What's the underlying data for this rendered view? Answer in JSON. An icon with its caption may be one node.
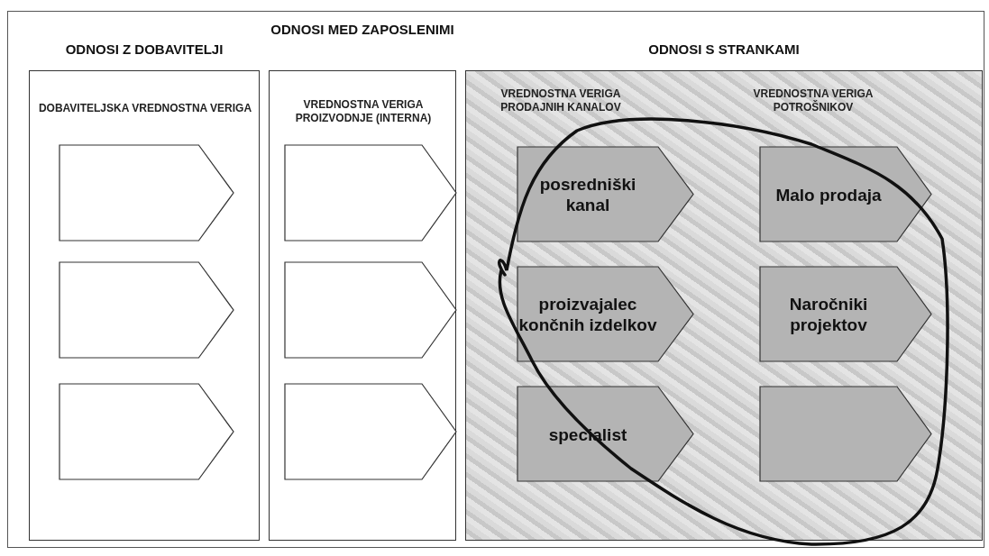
{
  "diagram": {
    "nodes": [
      {
        "text": [
          "ODNOSI Z DOBAVITELJI",
          "DOBAVITELJSKA VREDNOSTNA VERIGA"
        ]
      },
      {
        "text": [],
        "shape": "pentagon",
        "in": 0
      },
      {
        "text": [],
        "shape": "pentagon",
        "in": 0
      },
      {
        "text": [],
        "shape": "pentagon",
        "in": 0
      },
      {
        "text": [
          "ODNOSI MED ZAPOSLENIMI",
          "VREDNOSTNA VERIGA PROIZVODNJE (INTERNA)"
        ]
      },
      {
        "text": [],
        "shape": "pentagon",
        "in": 4
      },
      {
        "text": [],
        "shape": "pentagon",
        "in": 4
      },
      {
        "text": [],
        "shape": "pentagon",
        "in": 4
      },
      {
        "text": [
          "ODNOSI S STRANKAMI",
          "VREDNOSTNA VERIGA PRODAJNIH KANALOV",
          "VREDNOSTNA VERIGA POTROŠNIKOV"
        ]
      },
      {
        "text": [
          "posredniški kanal"
        ],
        "in": 8
      },
      {
        "text": [
          "Malo prodaja"
        ],
        "in": 8
      },
      {
        "text": [
          "proizvajalec končnih izdelkov"
        ],
        "in": 8
      },
      {
        "text": [
          "Naročniki projektov"
        ],
        "in": 8
      },
      {
        "text": [
          "specialist"
        ],
        "in": 8
      },
      {
        "text": [],
        "shape": "pentagon",
        "in": 8
      }
    ],
    "edges": []
  }
}
